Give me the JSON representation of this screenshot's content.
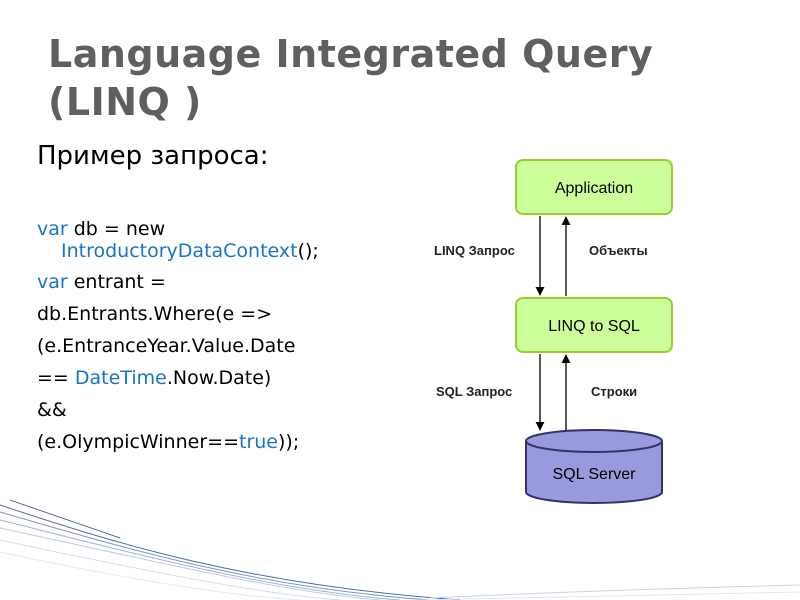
{
  "slide": {
    "title": "Language Integrated Query (LINQ )",
    "subtitle": "Пример запроса:"
  },
  "code": {
    "l1_kw": "var",
    "l1_rest": " db = new",
    "l2_type": "IntroductoryDataContext",
    "l2_rest": "();",
    "l3_kw": "var",
    "l3_rest": " entrant =",
    "l4": "db.Entrants.Where(e =>",
    "l5": "(e.EntranceYear.Value.Date",
    "l6_pre": "== ",
    "l6_type": "DateTime",
    "l6_rest": ".Now.Date)",
    "l7": "&&",
    "l8_pre": "(e.OlympicWinner==",
    "l8_kw": "true",
    "l8_rest": "));"
  },
  "diagram": {
    "box_app": "Application",
    "box_linq": "LINQ to SQL",
    "box_db": "SQL Server",
    "label_linq_query": "LINQ Запрос",
    "label_objects": "Объекты",
    "label_sql_query": "SQL Запрос",
    "label_rows": "Строки",
    "colors": {
      "box_fill": "#ccff99",
      "box_stroke": "#99cc33",
      "db_fill": "#9999dd",
      "db_stroke": "#333366"
    }
  },
  "colors": {
    "keyword": "#1a74c6",
    "title": "#5f5f5f"
  }
}
